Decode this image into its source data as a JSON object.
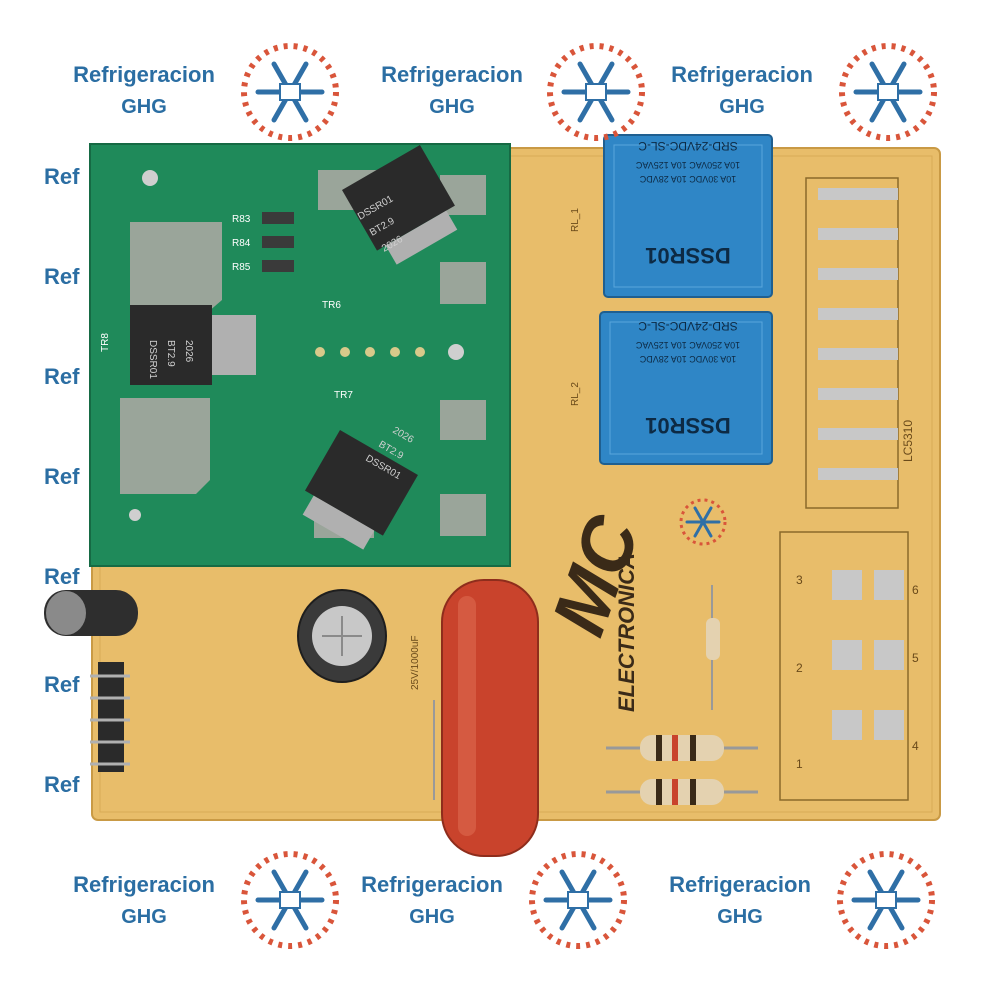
{
  "watermark": {
    "line1": "Refrigeracion",
    "line2": "GHG",
    "partial": "Ref",
    "colors": {
      "text": "#2b6ea3",
      "snowflake": "#2f6fa6",
      "sunburst": "#d9553a"
    },
    "icon": "snowflake-house-logo"
  },
  "board": {
    "colors": {
      "pcb": "#e8bd6a",
      "heatsink_board": "#1f8a5a",
      "relay": "#2f86c6",
      "capacitor": "#c9432c"
    },
    "relays": [
      {
        "designator": "RL_1",
        "brand": "DSSR01",
        "model": "SRD-24VDC-SL-C",
        "spec1": "10A 250VAC 10A 125VAC",
        "spec2": "10A 30VDC 10A 28VDC"
      },
      {
        "designator": "RL_2",
        "brand": "DSSR01",
        "model": "SRD-24VDC-SL-C",
        "spec1": "10A 250VAC 10A 125VAC",
        "spec2": "10A 30VDC 10A 28VDC"
      }
    ],
    "heatsink_labels": [
      "R83",
      "R84",
      "R85",
      "TR6",
      "TR7",
      "TR8"
    ],
    "transistors": [
      {
        "marking": "DSSR01",
        "code": "BT2.9",
        "date": "2026"
      },
      {
        "marking": "DSSR01",
        "code": "BT2.9",
        "date": "2026"
      },
      {
        "marking": "DSSR01",
        "code": "BT2.9",
        "date": "2026"
      }
    ],
    "brand_logo": "MC",
    "brand_text": "ELECTRONICA",
    "electrolytic_cap_label": "25V/1000uF",
    "board_code": "LC5310",
    "connector_numbers": [
      "1",
      "2",
      "3",
      "4",
      "5",
      "6"
    ]
  }
}
